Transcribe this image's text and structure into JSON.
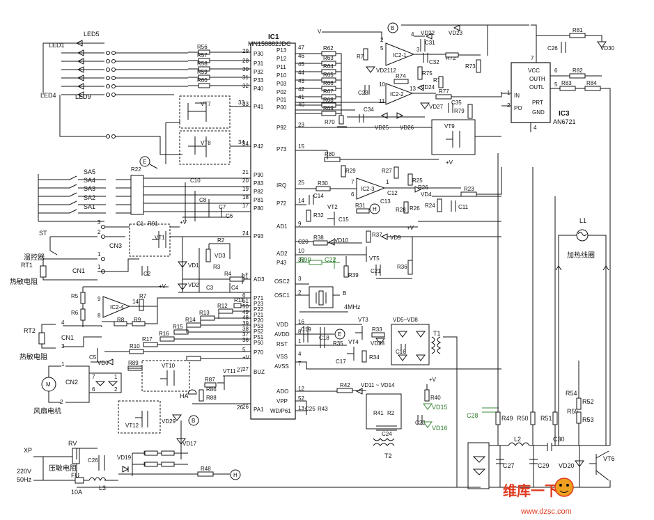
{
  "ic1": {
    "name": "IC1",
    "part": "MN158882JDC",
    "left_pins": [
      {
        "label": "P30",
        "num": "29"
      },
      {
        "label": "P31",
        "num": "28"
      },
      {
        "label": "P32",
        "num": "30"
      },
      {
        "label": "P33",
        "num": "31"
      },
      {
        "label": "P40",
        "num": "32"
      },
      {
        "label": "P41",
        "num": "33"
      },
      {
        "label": "P42",
        "num": "34"
      },
      {
        "label": "P90",
        "num": "21"
      },
      {
        "label": "P83",
        "num": "20"
      },
      {
        "label": "P82",
        "num": "19"
      },
      {
        "label": "P81",
        "num": "18"
      },
      {
        "label": "P80",
        "num": "17"
      },
      {
        "label": "P93",
        "num": "24"
      },
      {
        "label": "AD3",
        "num": "11"
      },
      {
        "label": "P71",
        "num": "6"
      },
      {
        "label": "P23",
        "num": "51"
      },
      {
        "label": "P22",
        "num": "50"
      },
      {
        "label": "P21",
        "num": "49"
      },
      {
        "label": "P20",
        "num": "48"
      },
      {
        "label": "P53",
        "num": "39"
      },
      {
        "label": "P52",
        "num": "38"
      },
      {
        "label": "P51",
        "num": "37"
      },
      {
        "label": "P50",
        "num": "36"
      },
      {
        "label": "P70",
        "num": "5"
      },
      {
        "label": "BUZ",
        "num": "27"
      },
      {
        "label": "PA1",
        "num": "26"
      }
    ],
    "right_pins": [
      {
        "label": "P13",
        "num": "47"
      },
      {
        "label": "P12",
        "num": "46"
      },
      {
        "label": "P11",
        "num": "45"
      },
      {
        "label": "P10",
        "num": "44"
      },
      {
        "label": "P03",
        "num": "43"
      },
      {
        "label": "P02",
        "num": "42"
      },
      {
        "label": "P01",
        "num": "41"
      },
      {
        "label": "P00",
        "num": "40"
      },
      {
        "label": "P92",
        "num": "23"
      },
      {
        "label": "P73",
        "num": "15"
      },
      {
        "label": "IRQ",
        "num": "25"
      },
      {
        "label": "P72",
        "num": "14"
      },
      {
        "label": "AD1",
        "num": "9"
      },
      {
        "label": "AD2",
        "num": "10"
      },
      {
        "label": "P43",
        "num": "35"
      },
      {
        "label": "OSC2",
        "num": "3"
      },
      {
        "label": "OSC1",
        "num": "2"
      },
      {
        "label": "VDD",
        "num": "16"
      },
      {
        "label": "AVDD",
        "num": "8"
      },
      {
        "label": "RST",
        "num": "1"
      },
      {
        "label": "VSS",
        "num": "4"
      },
      {
        "label": "AVSS",
        "num": "7"
      },
      {
        "label": "ADO",
        "num": "12"
      },
      {
        "label": "VPP",
        "num": "52"
      },
      {
        "label": "WD/P61",
        "num": "13"
      }
    ]
  },
  "ic3": {
    "name": "IC3",
    "part": "AN6721",
    "pins": [
      "VCC",
      "OUTH",
      "OUTL",
      "PRT",
      "IN",
      "PO",
      "GND"
    ],
    "nums": [
      "7",
      "6",
      "5",
      "1",
      "2",
      "4"
    ]
  },
  "labels": {
    "leds_top": [
      "LED5",
      "LED1",
      "LED4",
      "LED9"
    ],
    "switches": [
      "SA5",
      "SA4",
      "SA3",
      "SA2",
      "SA1"
    ],
    "st": "ST",
    "temp_ctrl": "温控器",
    "rt1": "RT1",
    "rt1_desc": "热敏电阻",
    "rt2": "RT2",
    "rt2_desc": "热敏电阻",
    "fan": "风扇电机",
    "fan_conn": "CN2",
    "cn1": "CN1",
    "cn3": "CN3",
    "cn1b": "CN1",
    "coil": "L1",
    "coil_desc": "加热线圈",
    "crystal": "4MHz",
    "xp": "XP",
    "mains": "220V",
    "freq": "50Hz",
    "rv": "RV",
    "rv_desc": "压敏电阻",
    "fu": "FU",
    "fuse_rating": "10A",
    "l3": "L3",
    "t1": "T1",
    "t2": "T2",
    "ha": "HA",
    "vt6": "VT6",
    "vd20": "VD20",
    "l2": "L2",
    "c30": "C30",
    "c27": "C27",
    "c29": "C29",
    "c28": "C28",
    "r49": "R49",
    "r50": "R50",
    "r51": "R51",
    "r52": "R52",
    "r53": "R53",
    "r54": "R54",
    "r55": "R55"
  },
  "watermark": {
    "brand": "维库一下",
    "site": "www.dzsc.com"
  }
}
